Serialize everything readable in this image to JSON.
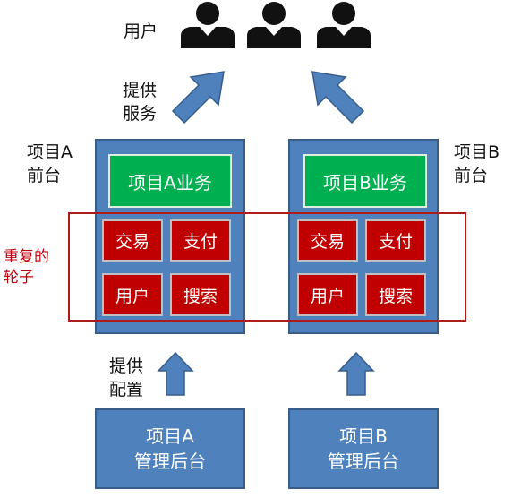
{
  "users": {
    "label": "用户",
    "icon_count": 3,
    "icon": "person-icon"
  },
  "arrow_label_service": "提供\n服务",
  "arrow_label_config": "提供\n配置",
  "duplicate_label": "重复的\n轮子",
  "project_a": {
    "frontend_label": "项目A\n前台",
    "business": "项目A业务",
    "services": [
      "交易",
      "支付",
      "用户",
      "搜索"
    ],
    "backend": [
      "项目A",
      "管理后台"
    ]
  },
  "project_b": {
    "frontend_label": "项目B\n前台",
    "business": "项目B业务",
    "services": [
      "交易",
      "支付",
      "用户",
      "搜索"
    ],
    "backend": [
      "项目B",
      "管理后台"
    ]
  },
  "colors": {
    "frontend": "#4f81bd",
    "business": "#00b050",
    "service": "#c00000",
    "duplicate_frame": "#b11a1a",
    "arrow": "#4f81bd",
    "user_icon": "#111111"
  }
}
